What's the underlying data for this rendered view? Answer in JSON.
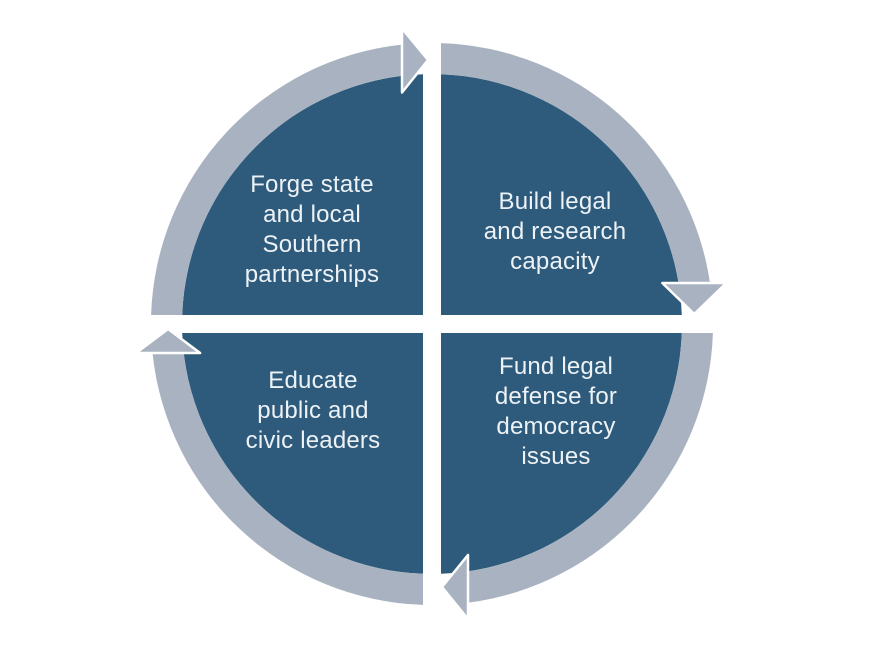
{
  "diagram": {
    "kind": "cycle-diagram",
    "direction": "clockwise",
    "quadrants": [
      {
        "position": "top-left",
        "label": "Forge state\nand local\nSouthern\npartnerships"
      },
      {
        "position": "top-right",
        "label": "Build legal\nand research\ncapacity"
      },
      {
        "position": "bottom-right",
        "label": "Fund legal\ndefense for\ndemocracy\nissues"
      },
      {
        "position": "bottom-left",
        "label": "Educate\npublic and\ncivic leaders"
      }
    ]
  },
  "colors": {
    "segment": "#2E5B7C",
    "arrow": "#A8B2C0",
    "arrow_outline": "#FFFFFF",
    "label_text": "#EDF2F6",
    "background": "#FFFFFF"
  }
}
